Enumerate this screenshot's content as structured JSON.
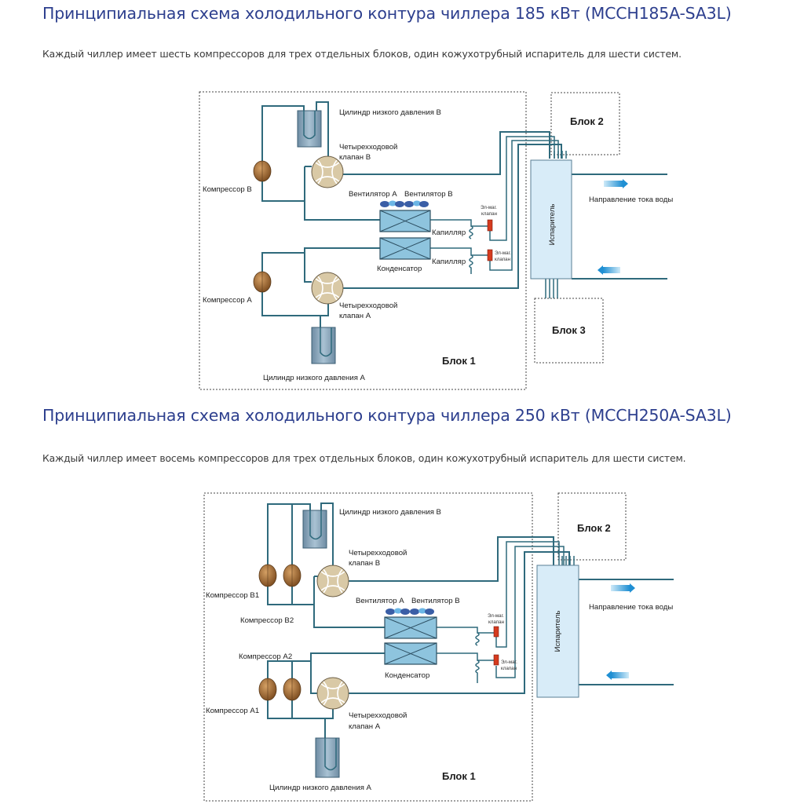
{
  "section1": {
    "title": "Принципиальная схема холодильного контура чиллера 185 кВт (MCCH185A-SA3L)",
    "description": "Каждый чиллер имеет шесть компрессоров для трех отдельных блоков, один кожухотрубный испаритель для шести систем.",
    "labels": {
      "cyl_b": "Цилиндр низкого давления B",
      "valve_b_1": "Четырехходовой",
      "valve_b_2": "клапан B",
      "compressor_b": "Компрессор B",
      "fan_a": "Вентилятор A",
      "fan_b": "Вентилятор B",
      "solenoid_1": "Эл-маг.",
      "solenoid_2": "клапан",
      "capillary": "Капилляр",
      "condenser": "Конденсатор",
      "compressor_a": "Компрессор A",
      "valve_a_1": "Четырехходовой",
      "valve_a_2": "клапан A",
      "cyl_a": "Цилиндр низкого давления A",
      "block1": "Блок 1",
      "block2": "Блок 2",
      "block3": "Блок 3",
      "evaporator": "Испаритель",
      "water_flow": "Направление тока воды"
    }
  },
  "section2": {
    "title": "Принципиальная схема холодильного контура чиллера 250 кВт (MCCH250A-SA3L)",
    "description": "Каждый чиллер имеет восемь компрессоров для трех отдельных блоков, один кожухотрубный испаритель для шести систем.",
    "labels": {
      "cyl_b": "Цилиндр низкого давления B",
      "valve_b_1": "Четырехходовой",
      "valve_b_2": "клапан B",
      "compressor_b1": "Компрессор B1",
      "compressor_b2": "Компрессор B2",
      "fan_a": "Вентилятор A",
      "fan_b": "Вентилятор B",
      "solenoid_1": "Эл-маг.",
      "solenoid_2": "клапан",
      "condenser": "Конденсатор",
      "compressor_a2": "Компрессор A2",
      "compressor_a1": "Компрессор A1",
      "valve_a_1": "Четырехходовой",
      "valve_a_2": "клапан A",
      "cyl_a": "Цилиндр низкого давления A",
      "block1": "Блок 1",
      "block2": "Блок 2",
      "evaporator": "Испаритель",
      "water_flow": "Направление тока воды"
    }
  },
  "colors": {
    "title": "#2d3f8e",
    "pipe": "#2f6a7c",
    "compressor": "#a0703a",
    "valve": "#d9c9a6",
    "cylinder": "#7e9fb6",
    "condenser": "#8ec4de",
    "evaporator": "#d8ecf8",
    "fan": "#3a5ea6",
    "solenoid": "#d53b1f",
    "arrow": "#3aa6e0",
    "block_fill": "#f7f7f5"
  }
}
